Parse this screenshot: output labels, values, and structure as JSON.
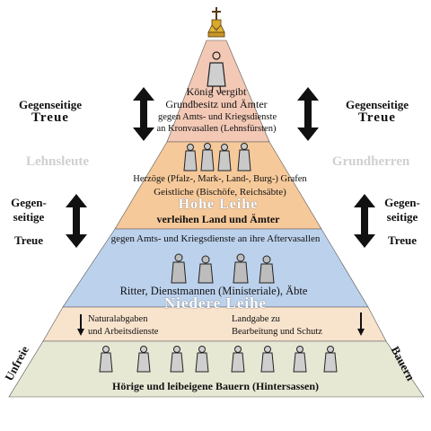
{
  "top": {
    "line1": "König vergibt",
    "line2": "Grundbesitz und Ämter",
    "line3": "gegen Amts- und Kriegsdienste",
    "line4": "an Kronvasallen (Lehnsfürsten)"
  },
  "tier2": {
    "line1": "Herzöge (Pfalz-, Mark-, Land-, Burg-) Grafen",
    "line2": "Geistliche (Bischöfe, Reichsäbte)",
    "banner": "Hohe Leihe",
    "line3": "verleihen Land und Ämter"
  },
  "tier3": {
    "top": "gegen Amts- und Kriegsdienste an ihre Aftervasallen",
    "line1": "Ritter, Dienstmannen (Ministeriale), Äbte",
    "banner": "Niedere Leihe"
  },
  "tier4": {
    "left1": "Naturalabgaben",
    "left2": "und Arbeitsdienste",
    "right1": "Landgabe zu",
    "right2": "Bearbeitung und Schutz"
  },
  "base": {
    "label": "Hörige und leibeigene Bauern (Hintersassen)",
    "left_side": "Unfreie",
    "right_side": "Bauern"
  },
  "left": {
    "upper1": "Gegenseitige",
    "upper2": "Treue",
    "mid": "Lehnsleute",
    "lower1": "Gegen-",
    "lower2": "seitige",
    "lower3": "Treue"
  },
  "right": {
    "upper1": "Gegenseitige",
    "upper2": "Treue",
    "mid": "Grundherren",
    "lower1": "Gegen-",
    "lower2": "seitige",
    "lower3": "Treue"
  },
  "colors": {
    "top": "#f3c9b6",
    "tier2": "#f6c99a",
    "tier3": "#bcd1ec",
    "tier4": "#f8e3cd",
    "base": "#e7e8d4"
  }
}
